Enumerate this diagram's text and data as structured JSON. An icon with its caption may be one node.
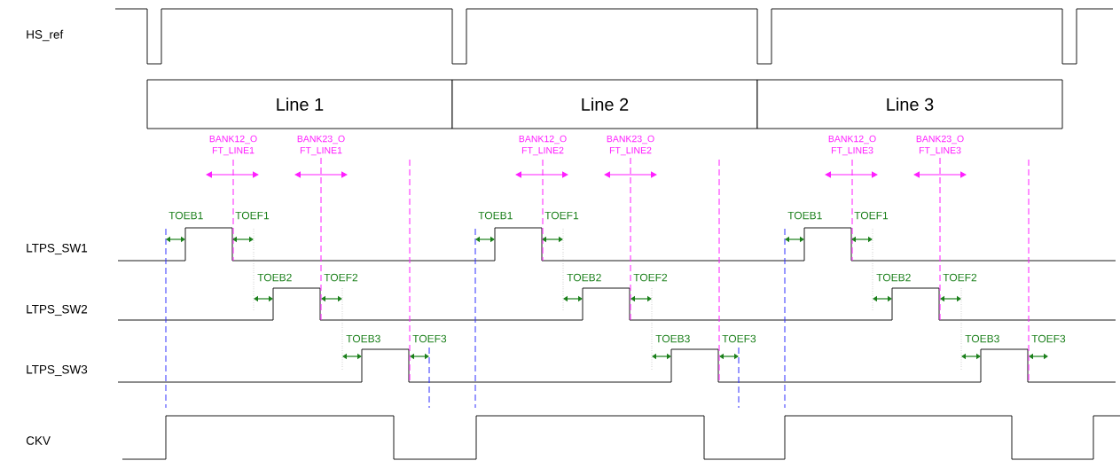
{
  "diagram": {
    "nodes": [
      {
        "text": [
          "Line 1"
        ]
      },
      {
        "text": [
          "Line 2"
        ]
      },
      {
        "text": [
          "Line 3"
        ]
      }
    ],
    "labels": [
      "HS_ref",
      "BANK12_O FT_LINE1",
      "BANK23_O FT_LINE1",
      "BANK12_O FT_LINE2",
      "BANK23_O FT_LINE2",
      "BANK12_O FT_LINE3",
      "BANK23_O FT_LINE3",
      "TOEB1",
      "TOEF1",
      "TOEB1",
      "TOEF1",
      "TOEB1",
      "TOEF1",
      "LTPS_SW1",
      "TOEB2",
      "TOEF2",
      "TOEB2",
      "TOEF2",
      "TOEB2",
      "TOEF2",
      "LTPS_SW2",
      "TOEB3",
      "TOEF3",
      "TOEB3",
      "TOEF3",
      "TOEB3",
      "TOEF3",
      "LTPS_SW3",
      "CKV"
    ]
  }
}
